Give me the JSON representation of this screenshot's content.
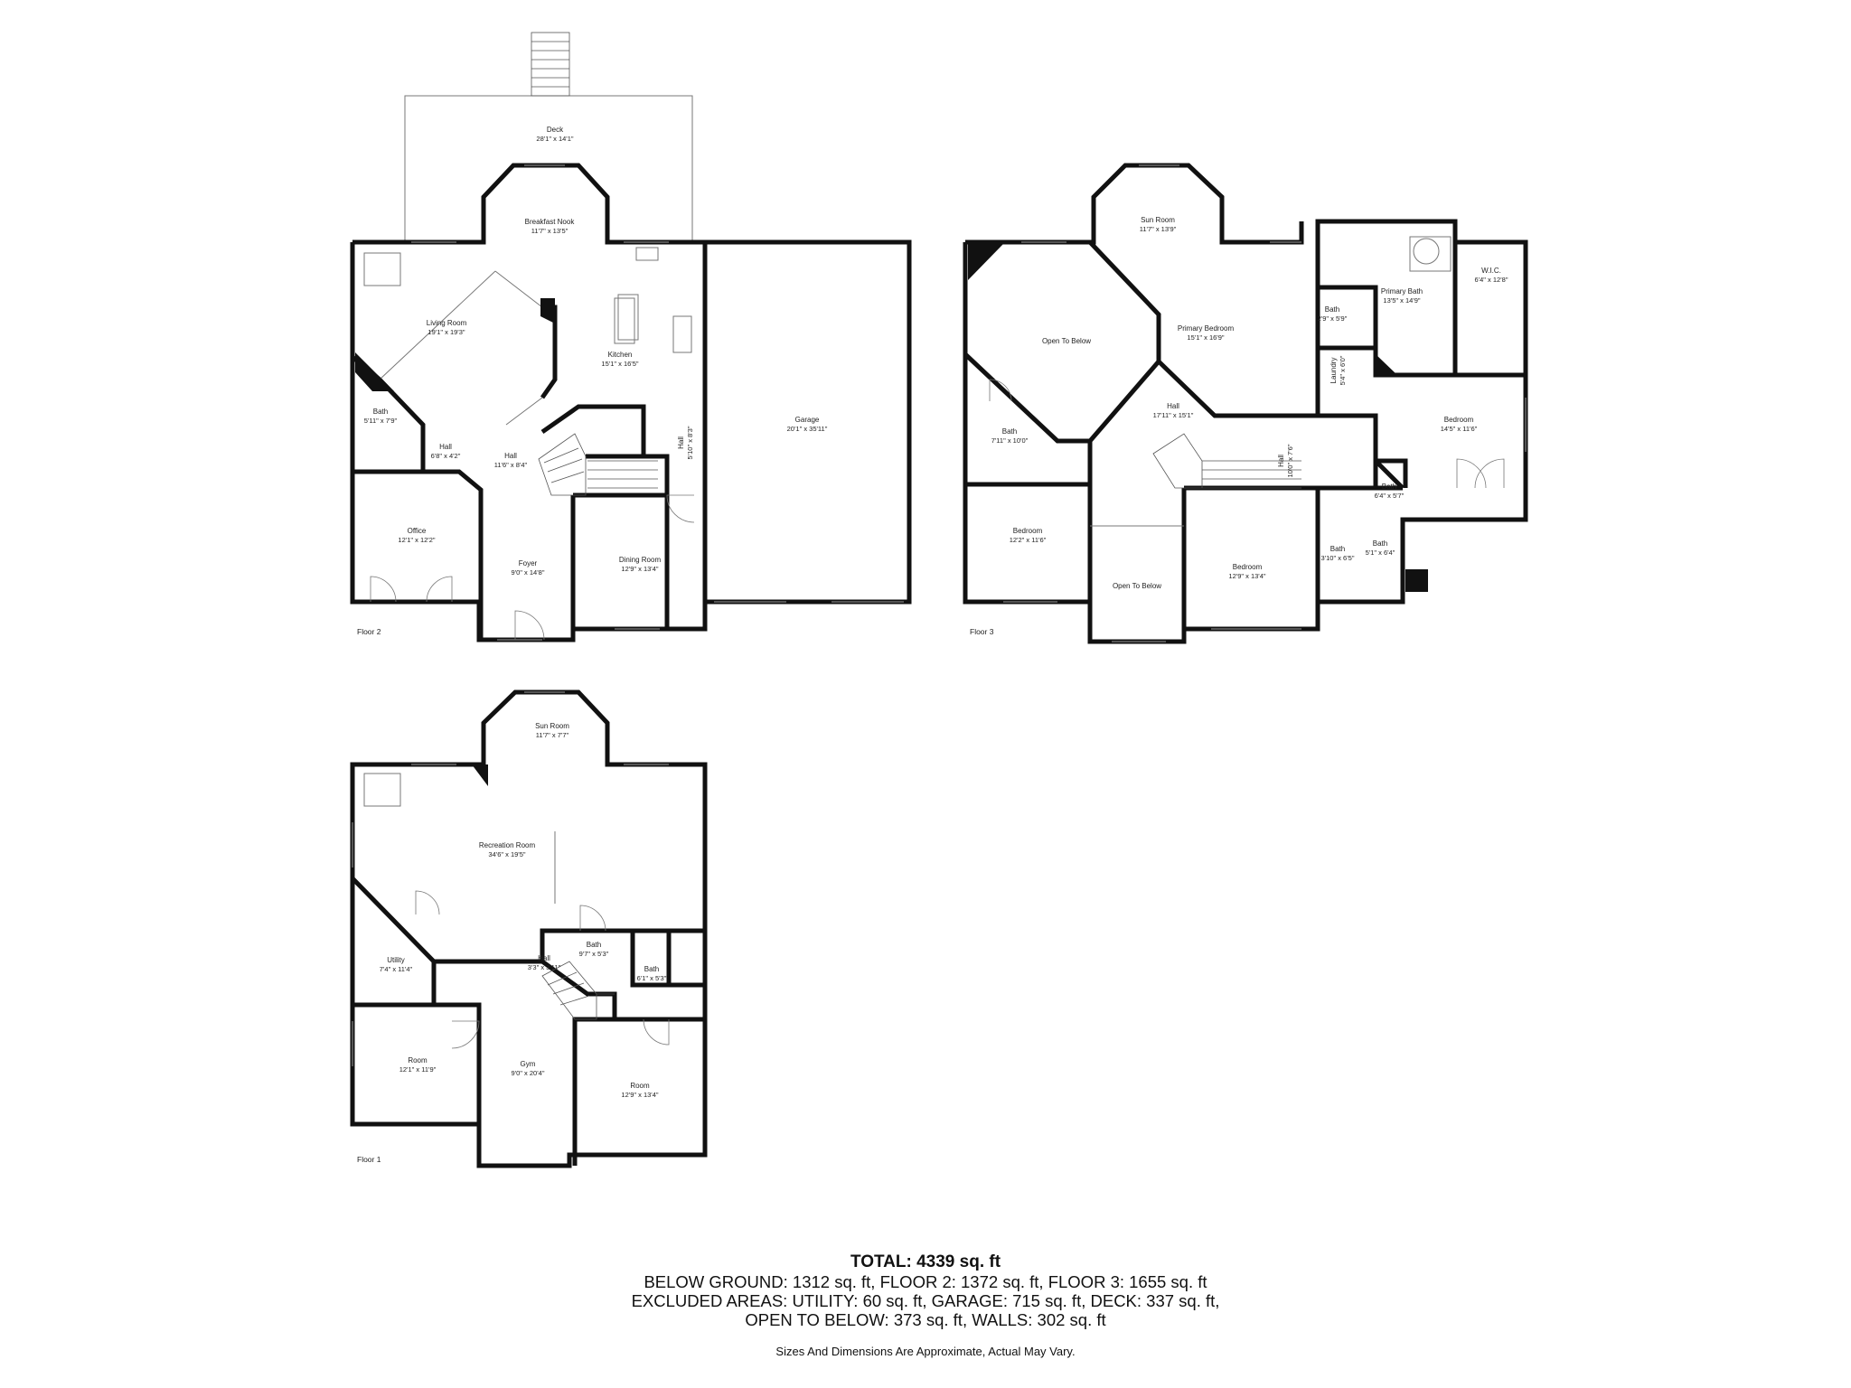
{
  "floors": [
    {
      "name": "Floor 2",
      "rooms": [
        {
          "name": "Deck",
          "dims": "28'1\" x 14'1\""
        },
        {
          "name": "Breakfast Nook",
          "dims": "11'7\" x 13'5\""
        },
        {
          "name": "Living Room",
          "dims": "19'1\" x 19'3\""
        },
        {
          "name": "Kitchen",
          "dims": "15'1\" x 16'5\""
        },
        {
          "name": "Garage",
          "dims": "20'1\" x 35'11\""
        },
        {
          "name": "Bath",
          "dims": "5'11\" x 7'9\""
        },
        {
          "name": "Hall",
          "dims": "6'8\" x 4'2\""
        },
        {
          "name": "Hall",
          "dims": "11'6\" x 8'4\""
        },
        {
          "name": "Hall",
          "dims": "5'10\" x 8'3\""
        },
        {
          "name": "Office",
          "dims": "12'1\" x 12'2\""
        },
        {
          "name": "Foyer",
          "dims": "9'0\" x 14'8\""
        },
        {
          "name": "Dining Room",
          "dims": "12'9\" x 13'4\""
        }
      ]
    },
    {
      "name": "Floor 3",
      "rooms": [
        {
          "name": "Sun Room",
          "dims": "11'7\" x 13'9\""
        },
        {
          "name": "Open To Below",
          "dims": ""
        },
        {
          "name": "Primary Bedroom",
          "dims": "15'1\" x 16'9\""
        },
        {
          "name": "Primary Bath",
          "dims": "13'5\" x 14'9\""
        },
        {
          "name": "W.I.C.",
          "dims": "6'4\" x 12'8\""
        },
        {
          "name": "Bath",
          "dims": "2'9\" x 5'9\""
        },
        {
          "name": "Laundry",
          "dims": "5'4\" x 6'0\""
        },
        {
          "name": "Bedroom",
          "dims": "14'5\" x 11'6\""
        },
        {
          "name": "Hall",
          "dims": "17'11\" x 15'1\""
        },
        {
          "name": "Hall",
          "dims": "10'0\" x 7'6\""
        },
        {
          "name": "Bath",
          "dims": "7'11\" x 10'0\""
        },
        {
          "name": "Bath",
          "dims": "6'4\" x 5'7\""
        },
        {
          "name": "Bedroom",
          "dims": "12'2\" x 11'6\""
        },
        {
          "name": "Open To Below",
          "dims": ""
        },
        {
          "name": "Bedroom",
          "dims": "12'9\" x 13'4\""
        },
        {
          "name": "Bath",
          "dims": "3'10\" x 6'5\""
        },
        {
          "name": "Bath",
          "dims": "5'1\" x 6'4\""
        }
      ]
    },
    {
      "name": "Floor 1",
      "rooms": [
        {
          "name": "Sun Room",
          "dims": "11'7\" x 7'7\""
        },
        {
          "name": "Recreation Room",
          "dims": "34'6\" x 19'5\""
        },
        {
          "name": "Bath",
          "dims": "9'7\" x 5'3\""
        },
        {
          "name": "Utility",
          "dims": "7'4\" x 11'4\""
        },
        {
          "name": "Hall",
          "dims": "3'3\" x 3'11\""
        },
        {
          "name": "Bath",
          "dims": "6'1\" x 5'3\""
        },
        {
          "name": "Room",
          "dims": "12'1\" x 11'9\""
        },
        {
          "name": "Gym",
          "dims": "9'0\" x 20'4\""
        },
        {
          "name": "Room",
          "dims": "12'9\" x 13'4\""
        }
      ]
    }
  ],
  "summary": {
    "total": "TOTAL: 4339 sq. ft",
    "line1": "BELOW GROUND: 1312 sq. ft, FLOOR 2: 1372 sq. ft, FLOOR 3: 1655 sq. ft",
    "line2": "EXCLUDED AREAS: UTILITY: 60 sq. ft, GARAGE: 715 sq. ft, DECK: 337 sq. ft,",
    "line3": "OPEN TO BELOW: 373 sq. ft, WALLS: 302 sq. ft",
    "note": "Sizes And Dimensions Are Approximate, Actual May Vary."
  }
}
